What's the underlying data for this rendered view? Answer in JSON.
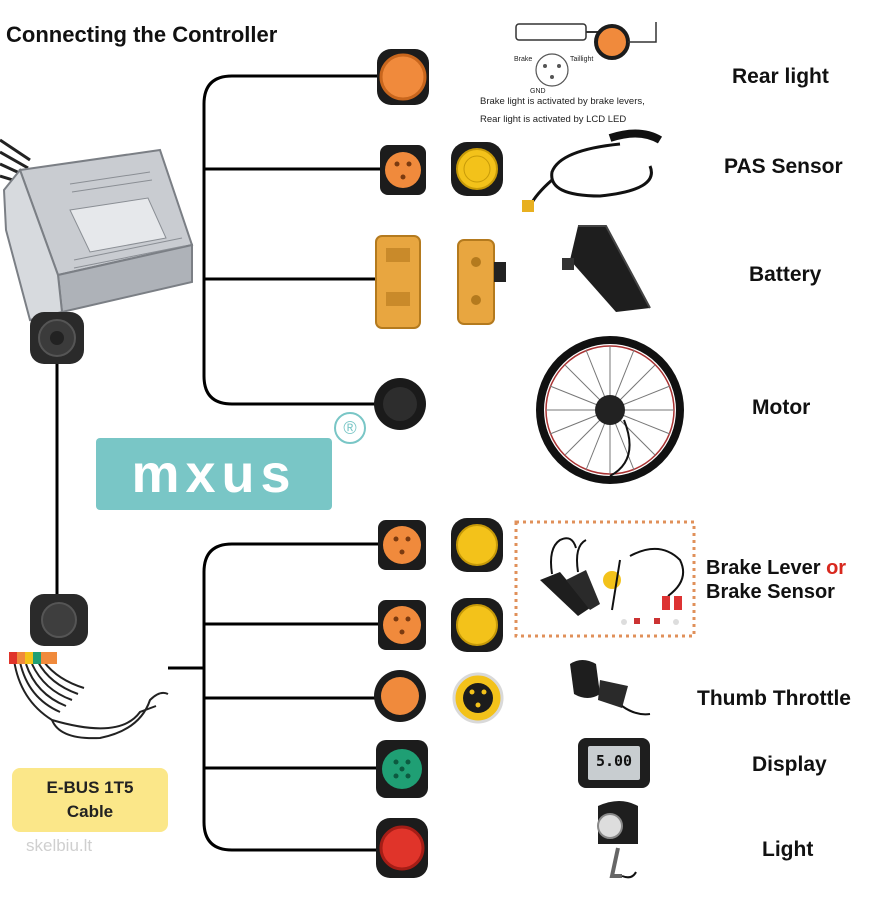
{
  "title": "Connecting the Controller",
  "logo": {
    "text": "mxus",
    "registered": "®"
  },
  "inset_notes": {
    "line1": "Brake light is activated by brake levers,",
    "line2": "Rear light is activated by LCD LED",
    "pin_labels": [
      "Brake",
      "Taillight",
      "GND"
    ]
  },
  "components": {
    "rear_light": "Rear light",
    "pas_sensor": "PAS Sensor",
    "battery": "Battery",
    "motor": "Motor",
    "brake_lever": "Brake Lever",
    "brake_or": "or",
    "brake_sensor": "Brake Sensor",
    "thumb_throttle": "Thumb Throttle",
    "display": "Display",
    "light": "Light"
  },
  "display_readout": "5.00",
  "cable_tag": {
    "line1": "E-BUS 1T5",
    "line2": "Cable"
  },
  "watermark": "skelbiu.lt",
  "colors": {
    "orange_connector": "#f08a3c",
    "yellow_connector": "#f3c21a",
    "green_connector": "#1f9f74",
    "red_connector": "#e0342a",
    "logo_teal": "#79c6c6",
    "cable_tag_yellow": "#fbe789",
    "brake_border": "#e0905a"
  }
}
